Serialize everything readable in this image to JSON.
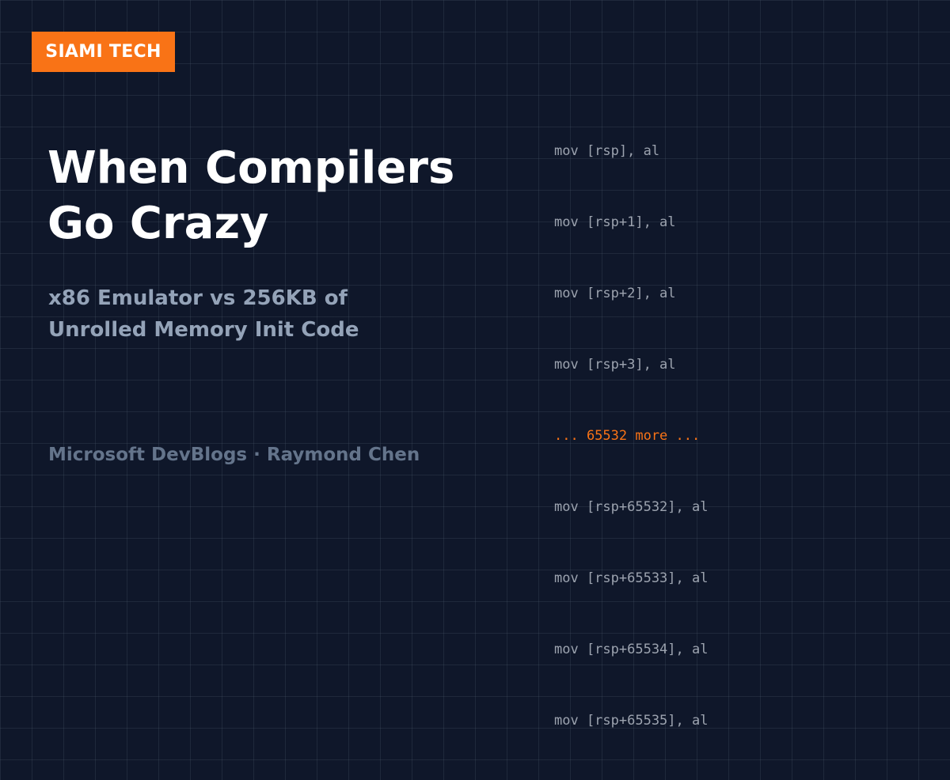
{
  "badge": {
    "label": "SIAMI TECH"
  },
  "title": {
    "line1": "When Compilers",
    "line2": "Go Crazy"
  },
  "subtitle": {
    "line1": "x86 Emulator vs 256KB of",
    "line2": "Unrolled Memory Init Code"
  },
  "byline": "Microsoft DevBlogs · Raymond Chen",
  "code_lines": [
    "mov [rsp], al",
    "mov [rsp+1], al",
    "mov [rsp+2], al",
    "mov [rsp+3], al",
    "... 65532 more ...",
    "mov [rsp+65532], al",
    "mov [rsp+65533], al",
    "mov [rsp+65534], al",
    "mov [rsp+65535], al"
  ],
  "colors": {
    "background": "#0f172a",
    "accent": "#f97316",
    "title": "#ffffff",
    "subtitle": "#94a3b8",
    "byline": "#64748b",
    "code": "#9ca3af"
  }
}
